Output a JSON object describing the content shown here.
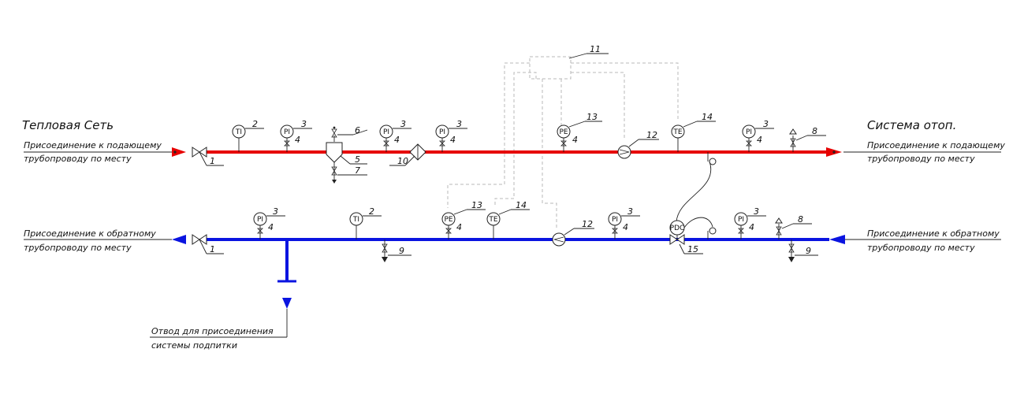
{
  "colors": {
    "supply": "#e60000",
    "return": "#0a14e0",
    "dashed": "#b8b8b8",
    "ink": "#222222"
  },
  "labels": {
    "left_title": "Тепловая Сеть",
    "right_title": "Система отоп.",
    "supply_line1": "Присоединение к подающему",
    "supply_line2": "трубопроводу по месту",
    "return_line1": "Присоединение к обратному",
    "return_line2": "трубопроводу по месту",
    "makeup_line1": "Отвод для присоединения",
    "makeup_line2": "системы подпитки"
  },
  "instruments": {
    "ti": "TI",
    "pi": "PI",
    "pe": "PE",
    "te": "TE",
    "pdc": "PDC"
  },
  "numbers": {
    "n1": "1",
    "n2": "2",
    "n3": "3",
    "n4": "4",
    "n5": "5",
    "n6": "6",
    "n7": "7",
    "n8": "8",
    "n9": "9",
    "n10": "10",
    "n11": "11",
    "n12": "12",
    "n13": "13",
    "n14": "14",
    "n15": "15"
  }
}
